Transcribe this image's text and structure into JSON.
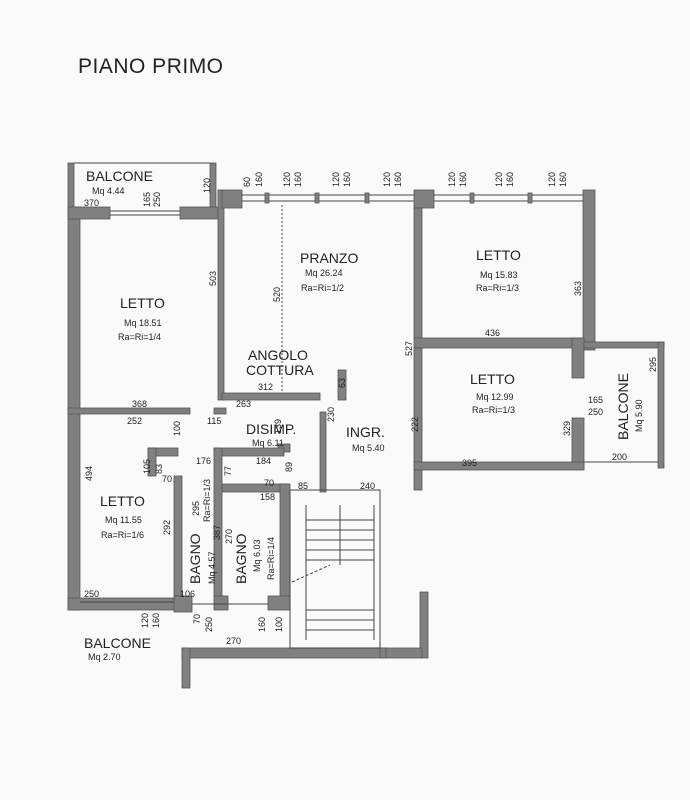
{
  "title": "PIANO PRIMO",
  "rooms": {
    "balcone_nw": {
      "name": "BALCONE",
      "area": "Mq 4.44"
    },
    "letto_1": {
      "name": "LETTO",
      "area": "Mq 18.51",
      "ratio": "Ra=Ri=1/4"
    },
    "pranzo": {
      "name": "PRANZO",
      "area": "Mq 26.24",
      "ratio": "Ra=Ri=1/2"
    },
    "angolo": {
      "name1": "ANGOLO",
      "name2": "COTTURA"
    },
    "letto_2": {
      "name": "LETTO",
      "area": "Mq 15.83",
      "ratio": "Ra=Ri=1/3"
    },
    "letto_3": {
      "name": "LETTO",
      "area": "Mq 12.99",
      "ratio": "Ra=Ri=1/3"
    },
    "balcone_e": {
      "name": "BALCONE",
      "area": "Mq 5.90"
    },
    "disimp": {
      "name": "DISIMP.",
      "area": "Mq 6.11"
    },
    "ingr": {
      "name": "INGR.",
      "area": "Mq 5.40"
    },
    "letto_4": {
      "name": "LETTO",
      "area": "Mq 11.55",
      "ratio": "Ra=Ri=1/6"
    },
    "bagno_1": {
      "name": "BAGNO",
      "area": "Mq 4.57",
      "ratio": "Ra=Ri=1/3"
    },
    "bagno_2": {
      "name": "BAGNO",
      "area": "Mq 6.03",
      "ratio": "Ra=Ri=1/4"
    },
    "balcone_sw": {
      "name": "BALCONE",
      "area": "Mq 2.70"
    }
  },
  "dimensions": {
    "d370": "370",
    "d165a": "165",
    "d250a": "250",
    "d120a": "120",
    "d60": "60",
    "d160a": "160",
    "d120b": "120",
    "d160b": "160",
    "d120c": "120",
    "d160c": "160",
    "d120d": "120",
    "d160d": "160",
    "d120e": "120",
    "d160e": "160",
    "d120f": "120",
    "d160f": "160",
    "d120g": "120",
    "d160g": "160",
    "d503": "503",
    "d520": "520",
    "d363": "363",
    "d436": "436",
    "d527": "527",
    "d312": "312",
    "d263": "263",
    "d63": "63",
    "d368": "368",
    "d252": "252",
    "d115": "115",
    "d100a": "100",
    "d139": "139",
    "d230": "230",
    "d222": "222",
    "d329": "329",
    "d295": "295",
    "d165b": "165",
    "d250b": "250",
    "d395": "395",
    "d200": "200",
    "d176": "176",
    "d184": "184",
    "d77": "77",
    "d89": "89",
    "d70a": "70",
    "d85": "85",
    "d240": "240",
    "d105": "105",
    "d83": "83",
    "d70b": "70",
    "d158": "158",
    "d494": "494",
    "d292": "292",
    "d295b": "295",
    "d387": "387",
    "d270a": "270",
    "d250c": "250",
    "d106": "106",
    "d120h": "120",
    "d160h": "160",
    "d70c": "70",
    "d250d": "250",
    "d100b": "100",
    "d160i": "160",
    "d270b": "270"
  }
}
